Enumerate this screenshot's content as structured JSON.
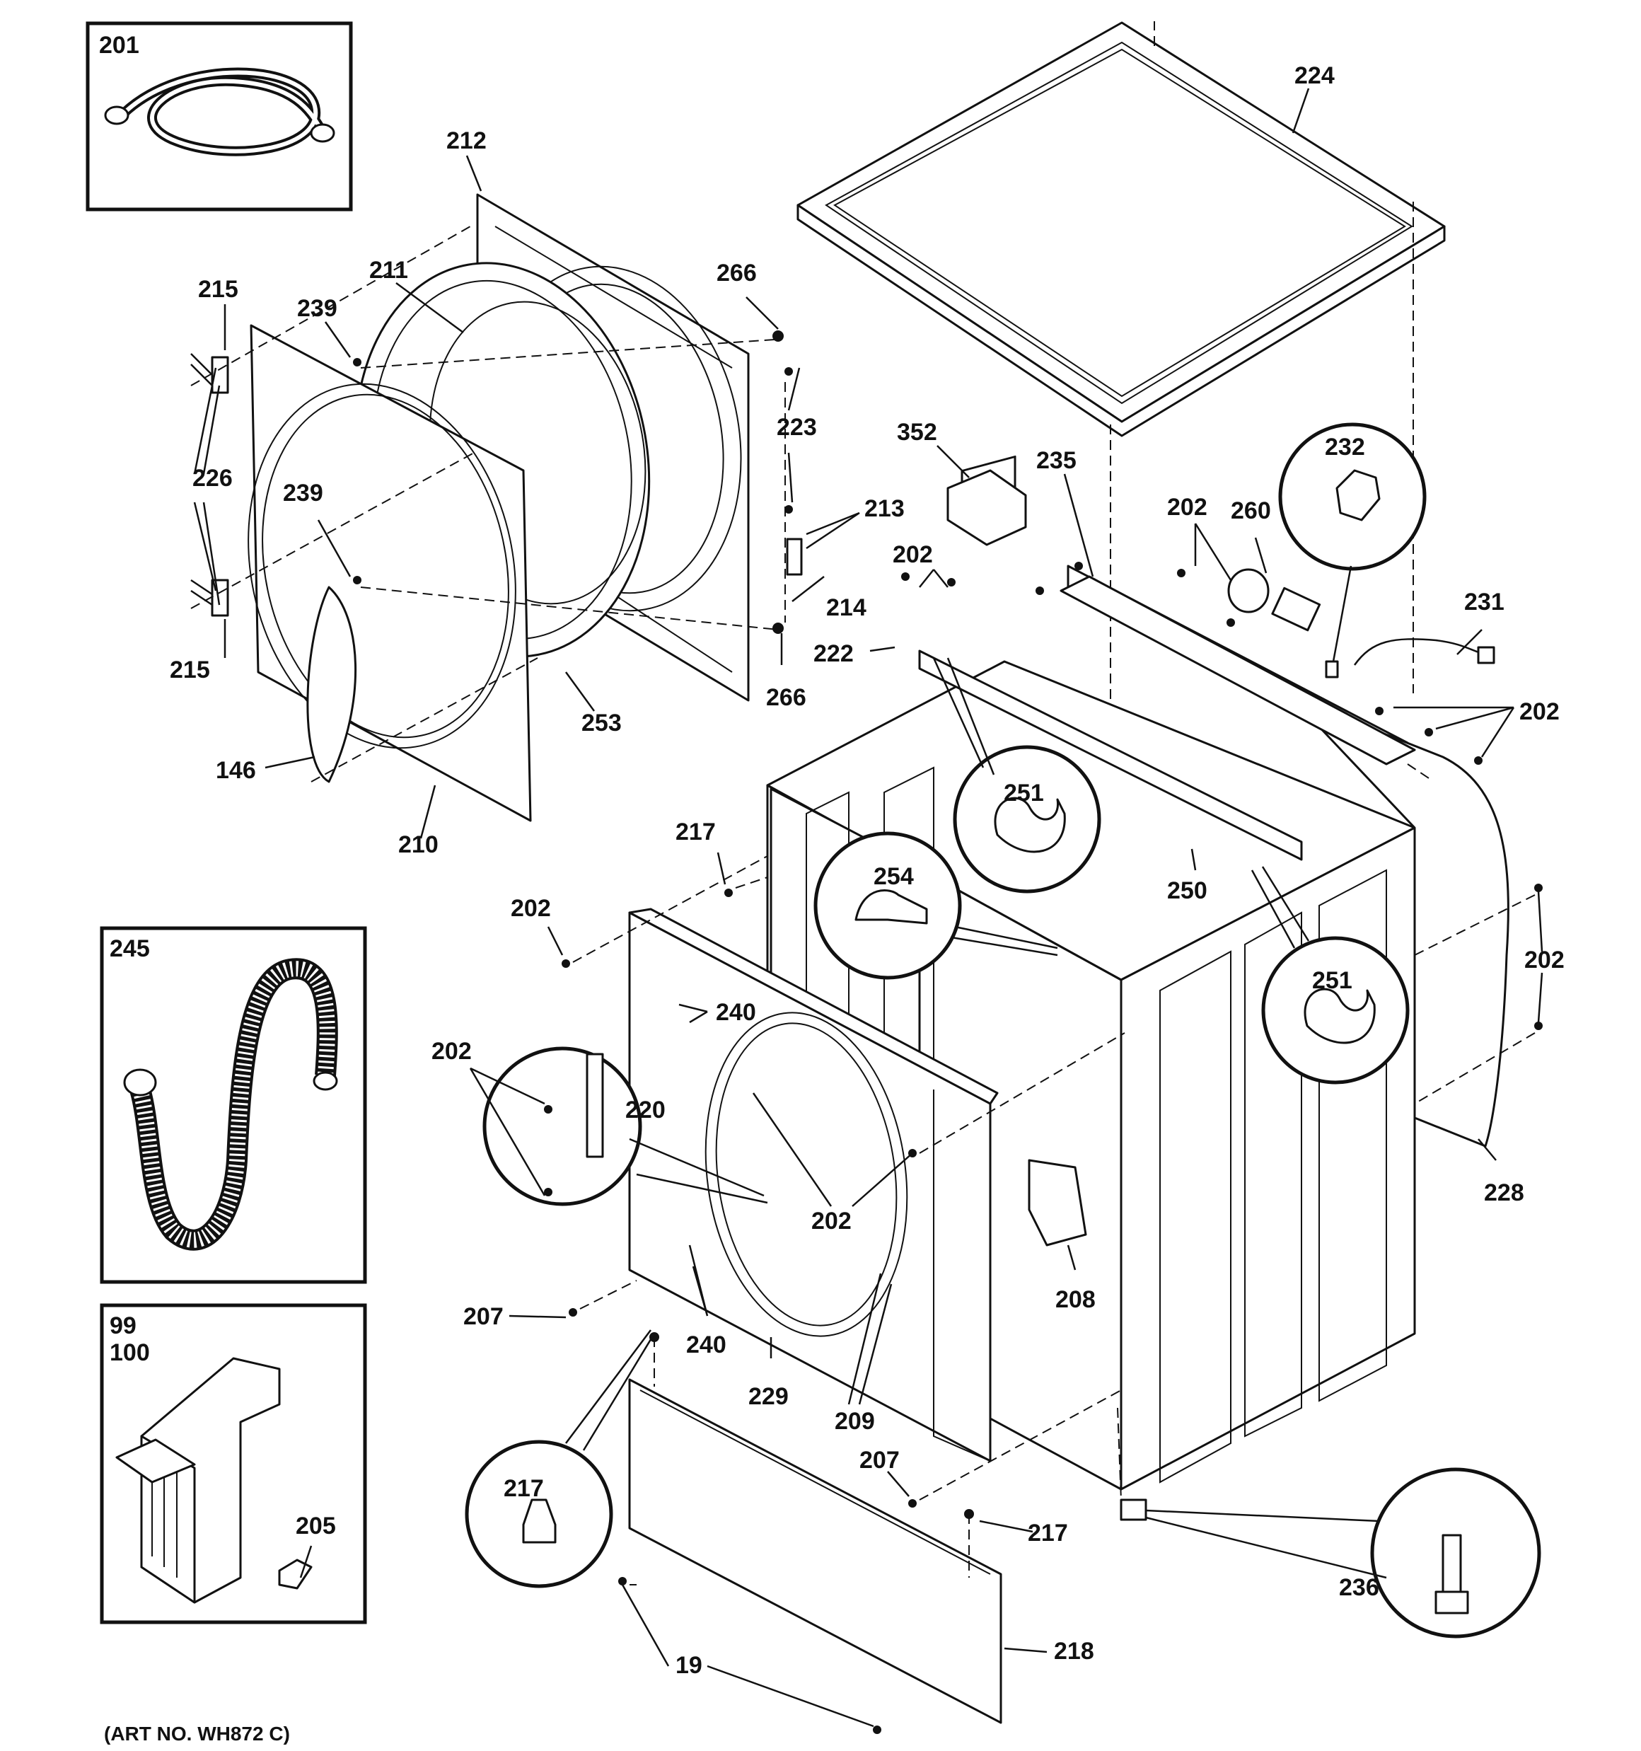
{
  "diagram": {
    "art_number": "(ART NO. WH872 C)",
    "callouts": {
      "c19": "19",
      "c99": "99",
      "c100": "100",
      "c146": "146",
      "c201": "201",
      "c202": "202",
      "c205": "205",
      "c207": "207",
      "c208": "208",
      "c209": "209",
      "c210": "210",
      "c211": "211",
      "c212": "212",
      "c213": "213",
      "c214": "214",
      "c215": "215",
      "c217": "217",
      "c218": "218",
      "c220": "220",
      "c222": "222",
      "c223": "223",
      "c224": "224",
      "c226": "226",
      "c228": "228",
      "c229": "229",
      "c231": "231",
      "c232": "232",
      "c235": "235",
      "c236": "236",
      "c239": "239",
      "c240": "240",
      "c245": "245",
      "c250": "250",
      "c251": "251",
      "c253": "253",
      "c254": "254",
      "c260": "260",
      "c266": "266",
      "c352": "352"
    }
  }
}
